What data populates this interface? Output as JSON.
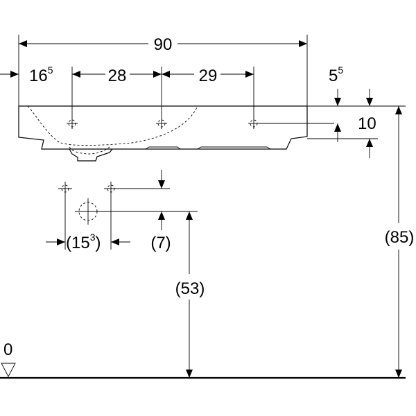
{
  "dimensions": {
    "overall_width": "90",
    "offset_first_hole": {
      "base": "16",
      "sup": "5"
    },
    "hole_spacing_1": "28",
    "hole_spacing_2": "29",
    "rim_offset": {
      "base": "5",
      "sup": "5"
    },
    "thickness": "10",
    "mount_height": "(85)",
    "drain_hole_spacing": {
      "open": "(",
      "base": "15",
      "sup": "3",
      "close": ")"
    },
    "drain_offset": "(7)",
    "drain_height": "(53)",
    "floor_level": "0"
  },
  "colors": {
    "line": "#000000",
    "background": "#ffffff"
  }
}
